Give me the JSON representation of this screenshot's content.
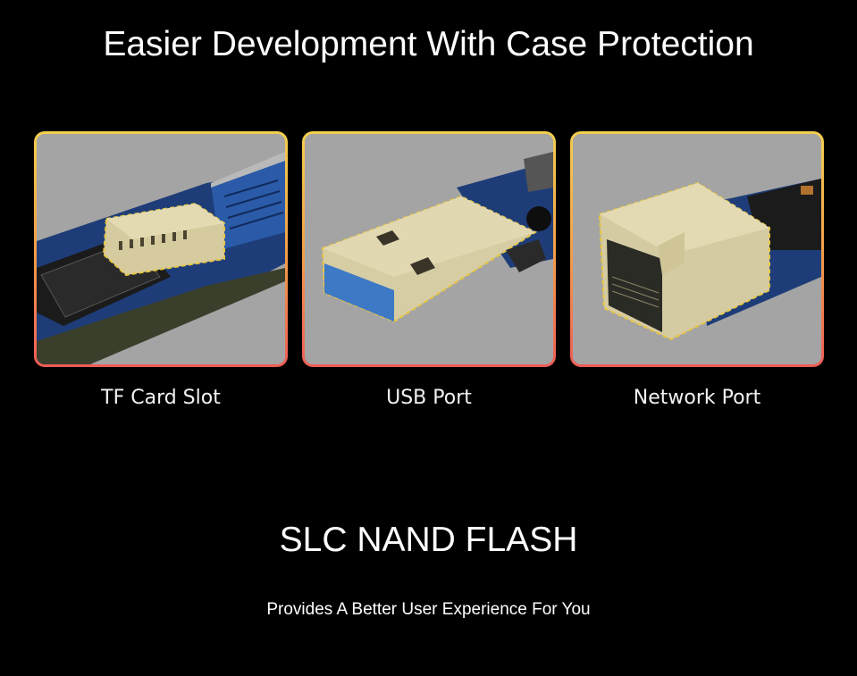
{
  "headline": "Easier Development With Case Protection",
  "features": [
    {
      "label": "TF Card Slot",
      "icon": "tf-card-slot-photo"
    },
    {
      "label": "USB Port",
      "icon": "usb-port-photo"
    },
    {
      "label": "Network Port",
      "icon": "network-port-photo"
    }
  ],
  "section": {
    "title": "SLC NAND FLASH",
    "tagline": "Provides A Better User Experience For You"
  },
  "colors": {
    "background": "#000000",
    "card_border_top": "#f3cf4e",
    "card_border_bottom": "#ee5c57",
    "card_fill": "#a3a3a3",
    "pcb_blue": "#1f3f7a",
    "connector_gold": "#d9cfa4"
  }
}
